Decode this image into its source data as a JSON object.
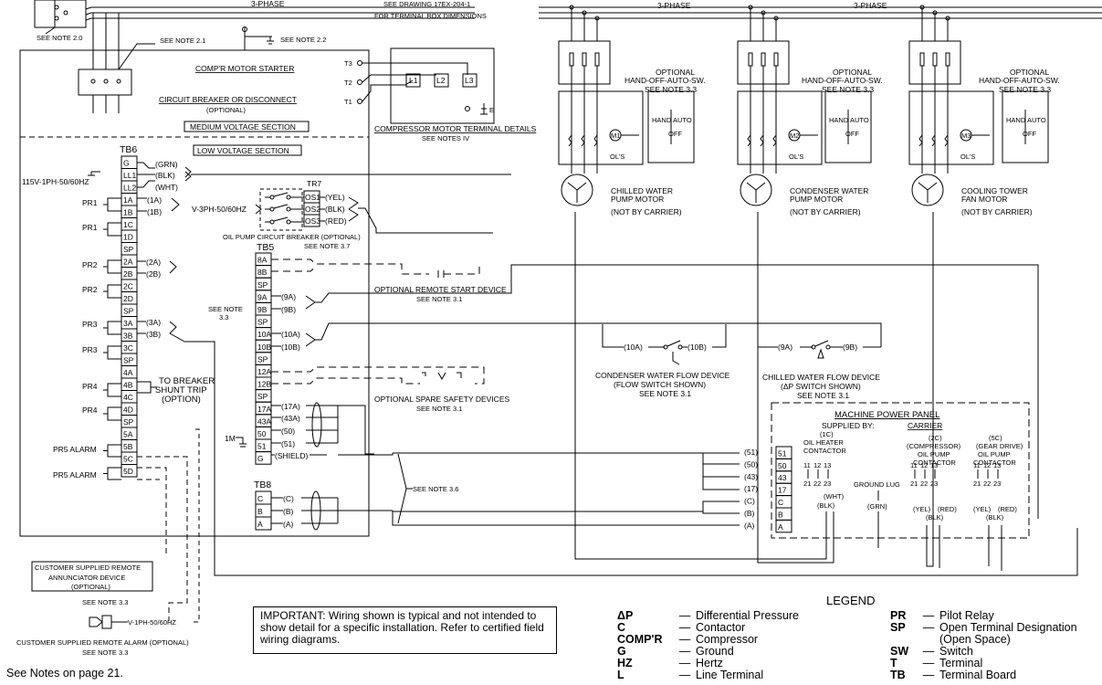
{
  "three_phase": "3-PHASE",
  "notes": {
    "n20": "SEE NOTE 2.0",
    "n21": "SEE NOTE 2.1",
    "n22": "SEE NOTE 2.2",
    "n33": "SEE NOTE 3.3",
    "n37": "SEE NOTE 3.7",
    "n31": "SEE NOTE 3.1",
    "n36": "SEE NOTE 3.6",
    "see_note": "SEE NOTE",
    "n33_num": "3.3"
  },
  "drawing_ref": {
    "line1": "SEE DRAWING 17EX-204-1",
    "line2": "FOR TERMINAL BOX DIMENSIONS"
  },
  "starter": {
    "title": "COMP'R MOTOR STARTER",
    "cb": "CIRCUIT BREAKER OR DISCONNECT",
    "optional": "(OPTIONAL)",
    "mv": "MEDIUM VOLTAGE SECTION",
    "lv": "LOW VOLTAGE SECTION"
  },
  "motor_terminal": {
    "t3": "T3",
    "t2": "T2",
    "t1": "T1",
    "l1": "L1",
    "l2": "L2",
    "l3": "L3",
    "title": "COMPRESSOR MOTOR TERMINAL DETAILS",
    "notes": "SEE NOTES IV"
  },
  "tb6": {
    "label": "TB6",
    "terms": [
      "G",
      "LL1",
      "LL2",
      "1A",
      "1B",
      "1C",
      "1D",
      "SP",
      "2A",
      "2B",
      "2C",
      "2D",
      "SP",
      "3A",
      "3B",
      "3C",
      "SP",
      "4A",
      "4B",
      "4C",
      "4D",
      "SP",
      "5A",
      "5B",
      "5C",
      "5D"
    ],
    "power": "115V-1PH-50/60HZ",
    "wires": [
      "(GRN)",
      "(BLK)",
      "(WHT)",
      "(1A)",
      "(1B)",
      "(2A)",
      "(2B)",
      "(3A)",
      "(3B)"
    ],
    "pr": [
      "PR1",
      "PR1",
      "PR2",
      "PR2",
      "PR3",
      "PR3",
      "PR4",
      "PR4"
    ],
    "alarm1": "PR5 ALARM",
    "alarm2": "PR5 ALARM",
    "breaker1": "TO BREAKER",
    "breaker2": "SHUNT TRIP",
    "breaker3": "(OPTION)"
  },
  "tb7": {
    "label": "TR7",
    "terms": [
      "OS1",
      "OS2",
      "OS3"
    ],
    "wires": [
      "(YEL)",
      "(BLK)",
      "(RED)"
    ],
    "power": "V-3PH-50/60HZ",
    "caption": "OIL PUMP CIRCUIT BREAKER (OPTIONAL)"
  },
  "tb5": {
    "label": "TB5",
    "terms": [
      "8A",
      "8B",
      "SP",
      "9A",
      "9B",
      "SP",
      "10A",
      "10B",
      "SP",
      "12A",
      "12B",
      "SP",
      "17A",
      "43A",
      "50",
      "51",
      "G"
    ],
    "wires": [
      "(9A)",
      "(9B)",
      "(10A)",
      "(10B)",
      "(17A)",
      "(43A)",
      "(50)",
      "(51)",
      "(SHIELD)"
    ],
    "one_m": "1M"
  },
  "tb8": {
    "label": "TB8",
    "terms": [
      "C",
      "B",
      "A"
    ],
    "wires": [
      "(C)",
      "(B)",
      "(A)"
    ]
  },
  "devices": {
    "remote_start": "OPTIONAL REMOTE START DEVICE",
    "spare_safety": "OPTIONAL SPARE SAFETY DEVICES",
    "cwfd1": "CONDENSER WATER FLOW DEVICE",
    "cwfd2": "(FLOW SWITCH SHOWN)",
    "chfd1": "CHILLED WATER FLOW DEVICE",
    "chfd2": "(ΔP SWITCH SHOWN)",
    "w10a": "(10A)",
    "w10b": "(10B)",
    "w9a": "(9A)",
    "w9b": "(9B)"
  },
  "pumps": {
    "optional": "OPTIONAL",
    "hoa": "HAND-OFF-AUTO-SW.",
    "m1": "M1",
    "m2": "M2",
    "m3": "M3",
    "ols": "OL'S",
    "hand": "HAND",
    "auto": "AUTO",
    "off": "OFF",
    "chilled1": "CHILLED WATER",
    "chilled2": "PUMP MOTOR",
    "cond1": "CONDENSER WATER",
    "cond2": "PUMP MOTOR",
    "tower1": "COOLING TOWER",
    "tower2": "FAN MOTOR",
    "nbc": "(NOT BY CARRIER)"
  },
  "mpp": {
    "title": "MACHINE POWER PANEL",
    "supplied": "SUPPLIED BY:",
    "carrier": "CARRIER",
    "terms": [
      "51",
      "50",
      "43",
      "17",
      "C",
      "B",
      "A"
    ],
    "wires": [
      "(51)",
      "(50)",
      "(43)",
      "(17)",
      "(C)",
      "(B)",
      "(A)"
    ],
    "c1": [
      "(1C)",
      "OIL HEATER",
      "CONTACTOR"
    ],
    "c2": [
      "(2C)",
      "(COMPRESSOR)",
      "OIL PUMP",
      "CONTACTOR"
    ],
    "c5": [
      "(5C)",
      "(GEAR DRIVE)",
      "OIL PUMP",
      "CONTACTOR"
    ],
    "nums_top": [
      "11",
      "12",
      "13"
    ],
    "nums_bot": [
      "21",
      "22",
      "23"
    ],
    "wht": "(WHT)",
    "blk": "(BLK)",
    "grn": "(GRN)",
    "yel": "(YEL)",
    "red": "(RED)",
    "ground_lug": "GROUND LUG"
  },
  "annunciator": {
    "l1": "CUSTOMER SUPPLIED REMOTE",
    "l2": "ANNUNCIATOR DEVICE",
    "l3": "(OPTIONAL)",
    "alarm": "CUSTOMER SUPPLIED REMOTE ALARM (OPTIONAL)",
    "alarm_power": "V-1PH-50/60HZ"
  },
  "important": "IMPORTANT: Wiring shown is typical and not intended to show detail for a specific installation. Refer to certified field wiring diagrams.",
  "legend": {
    "title": "LEGEND",
    "left": [
      {
        "sym": "ΔP",
        "def": "Differential Pressure"
      },
      {
        "sym": "C",
        "def": "Contactor"
      },
      {
        "sym": "COMP'R",
        "def": "Compressor"
      },
      {
        "sym": "G",
        "def": "Ground"
      },
      {
        "sym": "HZ",
        "def": "Hertz"
      },
      {
        "sym": "L",
        "def": "Line Terminal"
      }
    ],
    "right": [
      {
        "sym": "PR",
        "def": "Pilot Relay"
      },
      {
        "sym": "SP",
        "def": "Open Terminal Designation"
      },
      {
        "sym": "",
        "def": "(Open Space)"
      },
      {
        "sym": "SW",
        "def": "Switch"
      },
      {
        "sym": "T",
        "def": "Terminal"
      },
      {
        "sym": "TB",
        "def": "Terminal Board"
      }
    ]
  },
  "footnote": "See Notes on page 21."
}
